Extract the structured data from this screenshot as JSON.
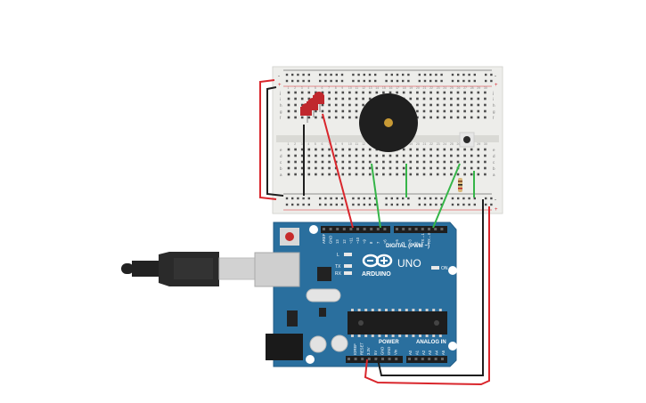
{
  "board": {
    "brand": "ARDUINO",
    "model": "UNO",
    "digital_label": "DIGITAL (PWM ~)",
    "power_label": "POWER",
    "analog_label": "ANALOG IN",
    "on_label": "ON",
    "l_label": "L",
    "tx_label": "TX",
    "rx_label": "RX",
    "digital_pins": [
      "AREF",
      "GND",
      "13",
      "12",
      "~11",
      "~10",
      "~9",
      "8",
      "7",
      "~6",
      "~5",
      "4",
      "~3",
      "2",
      "TX→1",
      "RX←0"
    ],
    "power_pins": [
      "IOREF",
      "RESET",
      "3.3V",
      "5V",
      "GND",
      "GND",
      "Vin"
    ],
    "analog_pins": [
      "A0",
      "A1",
      "A2",
      "A3",
      "A4",
      "A5"
    ]
  },
  "breadboard": {
    "row_letters_top": [
      "j",
      "i",
      "h",
      "g",
      "f"
    ],
    "row_letters_bottom": [
      "e",
      "d",
      "c",
      "b",
      "a"
    ],
    "column_numbers": [
      "1",
      "2",
      "3",
      "4",
      "5",
      "6",
      "7",
      "8",
      "9",
      "10",
      "11",
      "12",
      "13",
      "14",
      "15",
      "16",
      "17",
      "18",
      "19",
      "20",
      "21",
      "22",
      "23",
      "24",
      "25",
      "26",
      "27",
      "28",
      "29",
      "30"
    ],
    "rail_minus": "-",
    "rail_plus": "+"
  },
  "colors": {
    "board_blue": "#2a6f9e",
    "breadboard": "#ededea",
    "wire_red": "#d9262c",
    "wire_black": "#1e1e1e",
    "wire_green": "#35b548",
    "led_red": "#c0282d",
    "buzzer": "#1f1f1f",
    "buzzer_center": "#c89a35"
  },
  "icons": {
    "arduino_logo": "infinity-logo-icon",
    "usb_cable": "usb-cable-icon"
  }
}
